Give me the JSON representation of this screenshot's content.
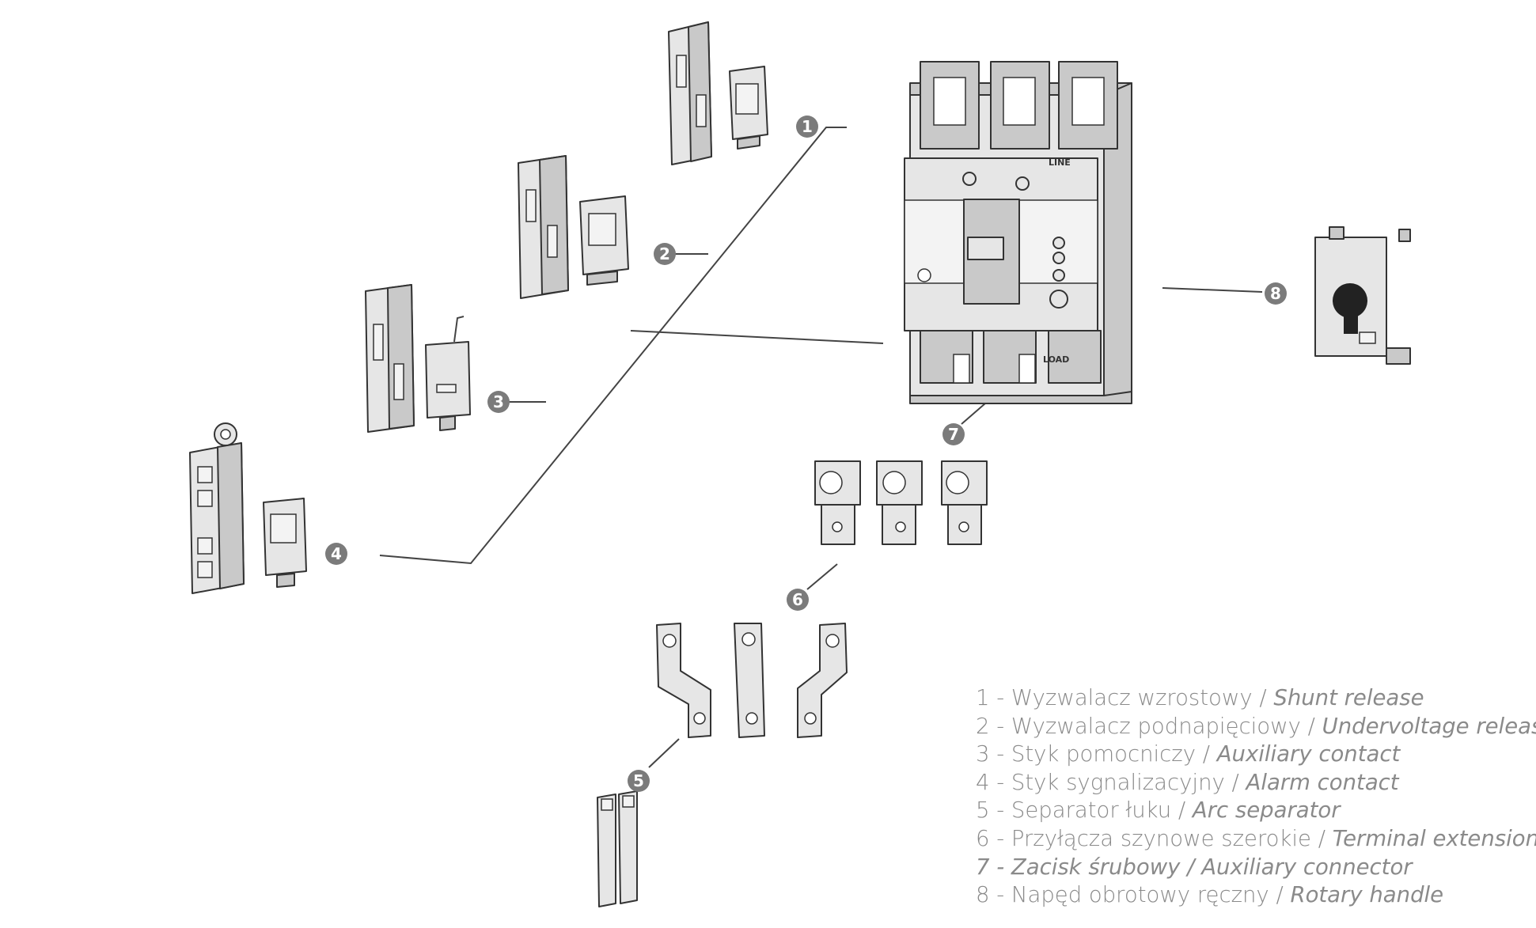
{
  "callouts": [
    "1",
    "2",
    "3",
    "4",
    "5",
    "6",
    "7",
    "8"
  ],
  "diagram_labels": {
    "line": "LINE",
    "load": "LOAD"
  },
  "legend": [
    {
      "num": "1",
      "pl": "Wyzwalacz wzrostowy",
      "sep": " / ",
      "en": "Shunt release",
      "all_italic": false
    },
    {
      "num": "2",
      "pl": "Wyzwalacz podnapięciowy",
      "sep": " / ",
      "en": "Undervoltage release",
      "all_italic": false
    },
    {
      "num": "3",
      "pl": "Styk pomocniczy",
      "sep": " / ",
      "en": "Auxiliary contact",
      "all_italic": false
    },
    {
      "num": "4",
      "pl": "Styk sygnalizacyjny",
      "sep": " / ",
      "en": "Alarm contact",
      "all_italic": false
    },
    {
      "num": "5",
      "pl": "Separator łuku",
      "sep": " / ",
      "en": "Arc separator",
      "all_italic": false
    },
    {
      "num": "6",
      "pl": "Przyłącza szynowe szerokie",
      "sep": " / ",
      "en": "Terminal extension",
      "all_italic": false
    },
    {
      "num": "7",
      "pl": "Zacisk śrubowy",
      "sep": " / ",
      "en": "Auxiliary connector",
      "all_italic": true
    },
    {
      "num": "8",
      "pl": "Napęd obrotowy ręczny",
      "sep": " / ",
      "en": "Rotary handle",
      "all_italic": false
    }
  ],
  "colors": {
    "badge": "#7b7b7b",
    "line": "#444444",
    "part_fill": "#e4e4e4",
    "part_stroke": "#333333",
    "text": "#8a8a8a"
  }
}
